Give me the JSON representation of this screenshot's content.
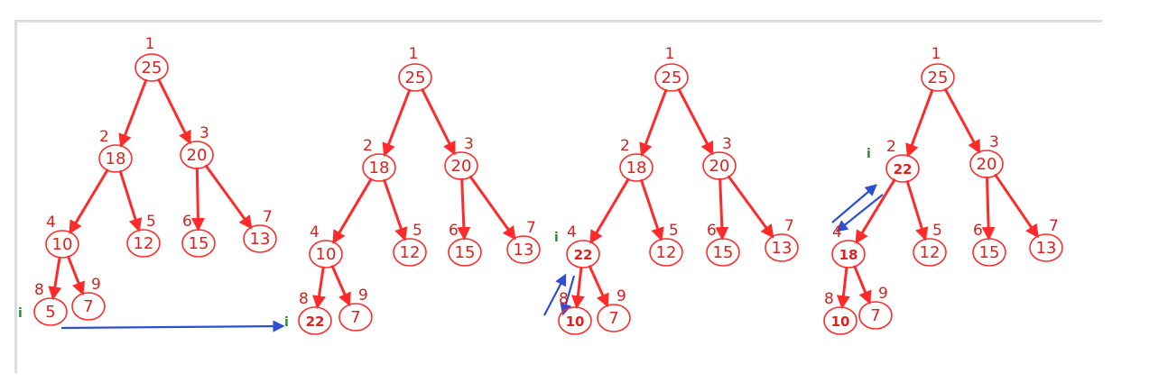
{
  "colors": {
    "edge": "#ff2a2a",
    "node": "#ff2a2a",
    "swap_arrow": "#2f4fd0",
    "pointer": "#2c8c2c",
    "frame": "#d8dde6"
  },
  "pointer_label": "i",
  "stages": [
    {
      "nodes": [
        {
          "idx": "1",
          "val": "25"
        },
        {
          "idx": "2",
          "val": "18"
        },
        {
          "idx": "3",
          "val": "20"
        },
        {
          "idx": "4",
          "val": "10"
        },
        {
          "idx": "5",
          "val": "12"
        },
        {
          "idx": "6",
          "val": "15"
        },
        {
          "idx": "7",
          "val": "13"
        },
        {
          "idx": "8",
          "val": "5"
        },
        {
          "idx": "9",
          "val": "7"
        }
      ]
    },
    {
      "nodes": [
        {
          "idx": "1",
          "val": "25"
        },
        {
          "idx": "2",
          "val": "18"
        },
        {
          "idx": "3",
          "val": "20"
        },
        {
          "idx": "4",
          "val": "10"
        },
        {
          "idx": "5",
          "val": "12"
        },
        {
          "idx": "6",
          "val": "15"
        },
        {
          "idx": "7",
          "val": "13"
        },
        {
          "idx": "8",
          "val": "22"
        },
        {
          "idx": "9",
          "val": "7"
        }
      ]
    },
    {
      "nodes": [
        {
          "idx": "1",
          "val": "25"
        },
        {
          "idx": "2",
          "val": "18"
        },
        {
          "idx": "3",
          "val": "20"
        },
        {
          "idx": "4",
          "val": "22"
        },
        {
          "idx": "5",
          "val": "12"
        },
        {
          "idx": "6",
          "val": "15"
        },
        {
          "idx": "7",
          "val": "13"
        },
        {
          "idx": "8",
          "val": "10"
        },
        {
          "idx": "9",
          "val": "7"
        }
      ]
    },
    {
      "nodes": [
        {
          "idx": "1",
          "val": "25"
        },
        {
          "idx": "2",
          "val": "22"
        },
        {
          "idx": "3",
          "val": "20"
        },
        {
          "idx": "4",
          "val": "18"
        },
        {
          "idx": "5",
          "val": "12"
        },
        {
          "idx": "6",
          "val": "15"
        },
        {
          "idx": "7",
          "val": "13"
        },
        {
          "idx": "8",
          "val": "10"
        },
        {
          "idx": "9",
          "val": "7"
        }
      ]
    }
  ]
}
